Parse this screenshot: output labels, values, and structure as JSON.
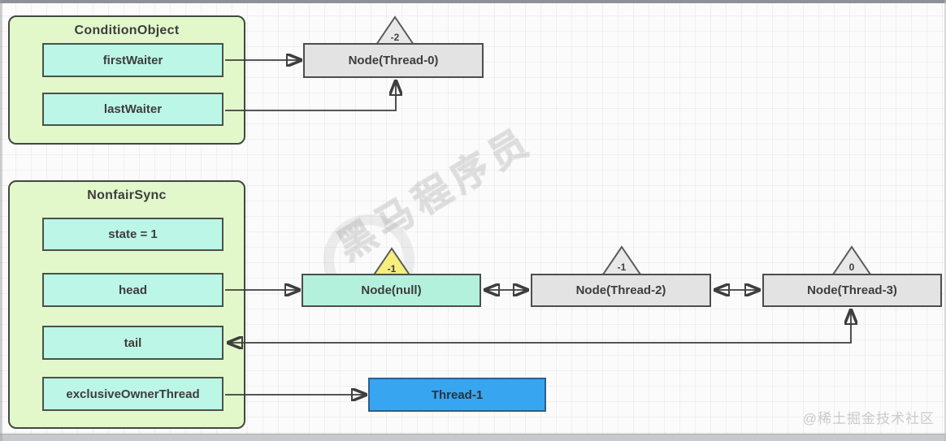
{
  "diagram": {
    "condition_object": {
      "title": "ConditionObject",
      "fields": [
        {
          "label": "firstWaiter"
        },
        {
          "label": "lastWaiter"
        }
      ]
    },
    "nonfair_sync": {
      "title": "NonfairSync",
      "fields": [
        {
          "label": "state = 1"
        },
        {
          "label": "head"
        },
        {
          "label": "tail"
        },
        {
          "label": "exclusiveOwnerThread"
        }
      ]
    },
    "queue_nodes": [
      {
        "label": "Node(Thread-0)",
        "wait_status": "-2",
        "variant": "gray"
      },
      {
        "label": "Node(null)",
        "wait_status": "-1",
        "variant": "mint"
      },
      {
        "label": "Node(Thread-2)",
        "wait_status": "-1",
        "variant": "gray"
      },
      {
        "label": "Node(Thread-3)",
        "wait_status": "0",
        "variant": "gray"
      }
    ],
    "owner_thread": {
      "label": "Thread-1"
    },
    "watermark": {
      "text": "黑马程序员"
    },
    "attribution": "@稀土掘金技术社区",
    "colors": {
      "container_fill": "#e2f8ca",
      "field_fill": "#bcf6e6",
      "node_gray_fill": "#e3e3e3",
      "node_mint_fill": "#b4f1dc",
      "triangle_yellow": "#f6ee7d",
      "triangle_gray": "#e8e8e8",
      "thread_blue": "#38a5f0",
      "arrow": "#3e3e3e",
      "text": "#3d3d3d"
    }
  }
}
